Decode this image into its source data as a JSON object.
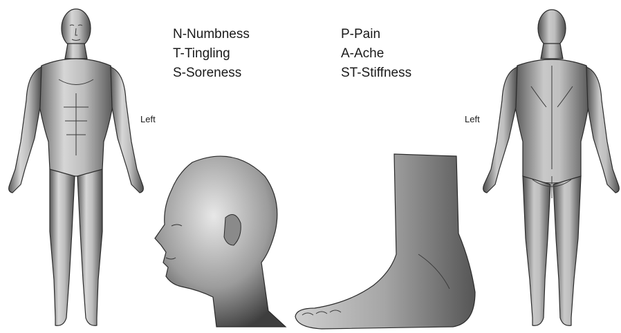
{
  "legend": {
    "left": [
      {
        "code": "N",
        "label": "Numbness",
        "text": "N-Numbness"
      },
      {
        "code": "T",
        "label": "Tingling",
        "text": "T-Tingling"
      },
      {
        "code": "S",
        "label": "Soreness",
        "text": "S-Soreness"
      }
    ],
    "right": [
      {
        "code": "P",
        "label": "Pain",
        "text": "P-Pain"
      },
      {
        "code": "A",
        "label": "Ache",
        "text": "A-Ache"
      },
      {
        "code": "ST",
        "label": "Stiffness",
        "text": "ST-Stiffness"
      }
    ]
  },
  "labels": {
    "front_side": "Left",
    "back_side": "Left"
  },
  "colors": {
    "skin_light": "#d9d9d9",
    "skin_mid": "#9a9a9a",
    "skin_dark": "#4a4a4a",
    "outline": "#2b2b2b"
  }
}
